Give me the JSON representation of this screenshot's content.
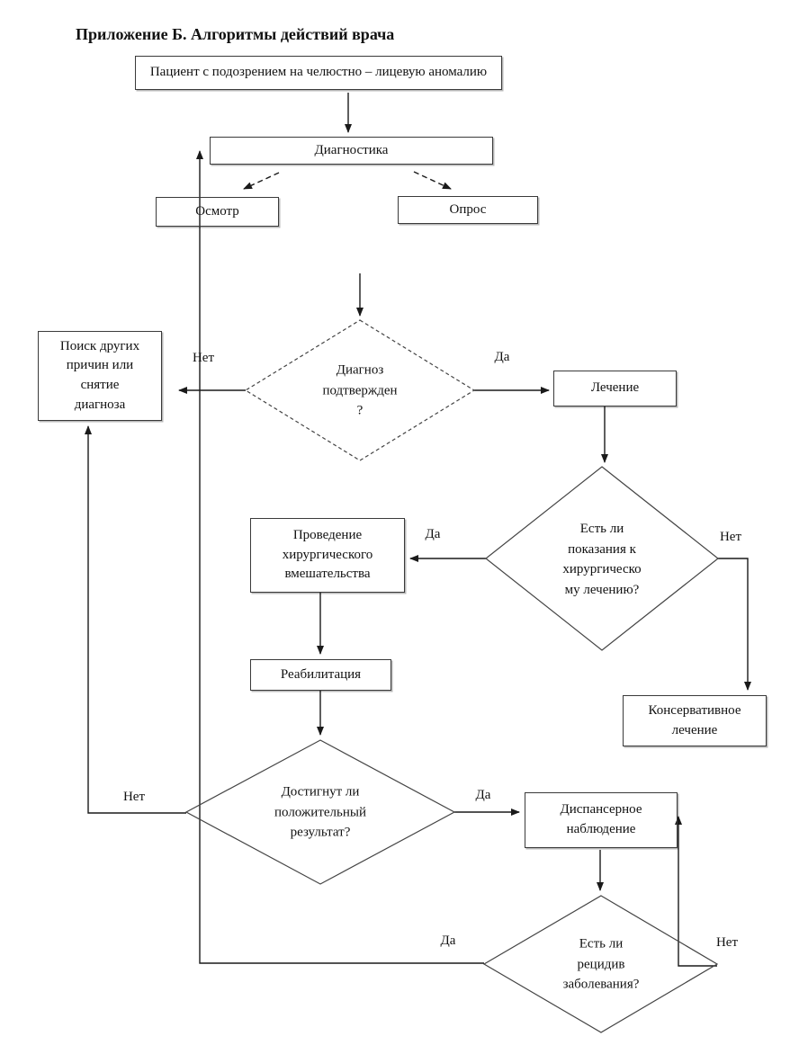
{
  "title": "Приложение Б. Алгоритмы действий врача",
  "nodes": {
    "patient": {
      "label": "Пациент с подозрением на челюстно – лицевую аномалию"
    },
    "diagnostics": {
      "label": "Диагностика"
    },
    "inspection": {
      "label": "Осмотр"
    },
    "interview": {
      "label": "Опрос"
    },
    "search_other_causes": {
      "label": "Поиск других\nпричин или\nснятие\nдиагноза"
    },
    "diagnosis_confirmed": {
      "label": "Диагноз\nподтвержден\n?"
    },
    "treatment": {
      "label": "Лечение"
    },
    "surgery_indications": {
      "label": "Есть ли\nпоказания к\nхирургическо\nму лечению?"
    },
    "surgery": {
      "label": "Проведение\nхирургического\nвмешательства"
    },
    "conservative": {
      "label": "Консервативное\nлечение"
    },
    "rehabilitation": {
      "label": "Реабилитация"
    },
    "positive_result": {
      "label": "Достигнут ли\nположительный\nрезультат?"
    },
    "dispensary": {
      "label": "Диспансерное\nнаблюдение"
    },
    "relapse": {
      "label": "Есть ли\nрецидив\nзаболевания?"
    }
  },
  "edge_labels": {
    "diagnosis_no": "Нет",
    "diagnosis_yes": "Да",
    "surgery_yes": "Да",
    "surgery_no": "Нет",
    "result_no": "Нет",
    "result_yes": "Да",
    "relapse_yes": "Да",
    "relapse_no": "Нет"
  },
  "colors": {
    "line": "#1a1a1a",
    "diamond_stroke": "#444444",
    "text": "#111111",
    "background": "#ffffff"
  }
}
